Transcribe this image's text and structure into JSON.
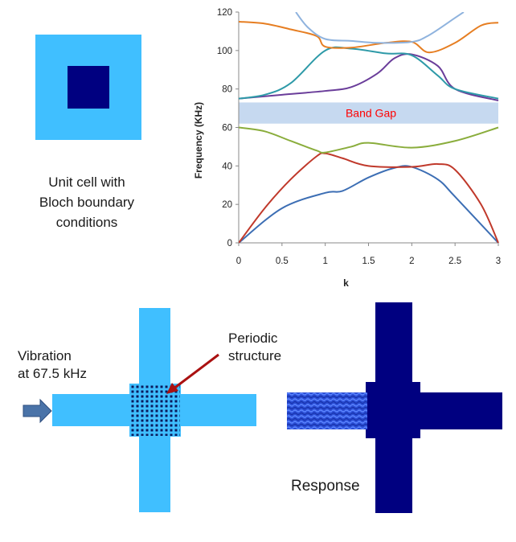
{
  "unit_cell": {
    "caption_lines": [
      "Unit cell with",
      "Bloch boundary",
      "conditions"
    ],
    "colors": {
      "matrix": "#40bfff",
      "inclusion": "#000080"
    }
  },
  "chart_data": {
    "type": "line",
    "xlabel": "k",
    "ylabel": "Frequency (KHz)",
    "xlim": [
      0,
      3
    ],
    "ylim": [
      0,
      120
    ],
    "xticks": [
      "0",
      "0.5",
      "1",
      "1.5",
      "2",
      "2.5",
      "3"
    ],
    "yticks": [
      "0",
      "20",
      "40",
      "60",
      "80",
      "100",
      "120"
    ],
    "grid": false,
    "band_gap": {
      "label": "Band Gap",
      "range": [
        62,
        73
      ],
      "fill": "#c6d9f0",
      "label_color": "#ff0000"
    },
    "series": [
      {
        "color": "#3c6eb4",
        "x": [
          0,
          0.5,
          1,
          1.2,
          1.5,
          1.8,
          2,
          2.3,
          2.5,
          3
        ],
        "y": [
          0,
          18,
          26,
          27,
          34,
          39,
          39.5,
          33,
          24,
          0
        ]
      },
      {
        "color": "#c0392b",
        "x": [
          0,
          0.3,
          0.6,
          0.9,
          1,
          1.2,
          1.5,
          2,
          2.3,
          2.5,
          2.8,
          3
        ],
        "y": [
          0,
          18,
          33,
          45,
          46.5,
          44,
          40,
          39.5,
          41,
          38,
          20,
          0
        ]
      },
      {
        "color": "#8aad3c",
        "x": [
          0,
          0.3,
          0.6,
          0.9,
          1,
          1.3,
          1.5,
          2,
          2.5,
          3
        ],
        "y": [
          60,
          58,
          53,
          48,
          47,
          50,
          52,
          49.5,
          53,
          60
        ]
      },
      {
        "color": "#6a3d9a",
        "x": [
          0,
          0.5,
          1,
          1.3,
          1.6,
          1.8,
          2,
          2.3,
          2.5,
          3
        ],
        "y": [
          75,
          77,
          79,
          81,
          88,
          96,
          98,
          92,
          80,
          74
        ]
      },
      {
        "color": "#2e9aa8",
        "x": [
          0,
          0.3,
          0.6,
          1,
          1.3,
          1.7,
          2,
          2.3,
          2.5,
          3
        ],
        "y": [
          75,
          77,
          83,
          100,
          101,
          98.5,
          97.5,
          87,
          80,
          75
        ]
      },
      {
        "color": "#e67e22",
        "x": [
          0,
          0.3,
          0.6,
          0.9,
          1,
          1.3,
          1.7,
          2,
          2.2,
          2.5,
          2.8,
          3
        ],
        "y": [
          115,
          114,
          111,
          107.5,
          102,
          101.5,
          104,
          104.5,
          99,
          104,
          113,
          114.5
        ]
      },
      {
        "color": "#8fb3de",
        "x": [
          0.66,
          0.8,
          1,
          1.3,
          1.6,
          2,
          2.2,
          2.5,
          2.6
        ],
        "y": [
          120,
          112,
          106,
          105,
          104,
          104.5,
          108,
          117,
          120
        ]
      }
    ]
  },
  "bottom": {
    "vibration_lines": [
      "Vibration",
      "at 67.5 kHz"
    ],
    "periodic_lines": [
      "Periodic",
      "structure"
    ],
    "response_label": "Response",
    "colors": {
      "structure": "#40bfff",
      "response": "#000080",
      "arrow": "#aa1111",
      "input_arrow": "#4a73a8"
    }
  }
}
